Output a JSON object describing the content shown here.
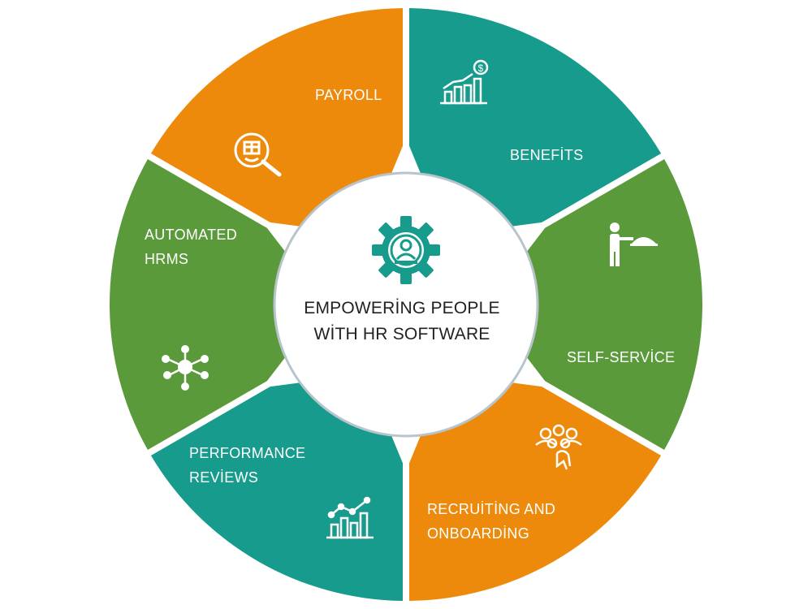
{
  "center": {
    "line1": "EMPOWERİNG PEOPLE",
    "line2": "WİTH HR SOFTWARE",
    "icon": "gear-person-icon"
  },
  "segments": [
    {
      "id": "payroll",
      "lines": [
        "PAYROLL"
      ],
      "icon": "payroll-search-icon",
      "color": "#169b8c"
    },
    {
      "id": "benefits",
      "lines": [
        "BENEFİTS"
      ],
      "icon": "growth-chart-dollar-icon",
      "color": "#5a9a3a"
    },
    {
      "id": "self-service",
      "lines": [
        "SELF-SERVİCE"
      ],
      "icon": "person-serving-icon",
      "color": "#ee8a0b"
    },
    {
      "id": "recruiting",
      "lines": [
        "RECRUİTİNG AND",
        "ONBOARDİNG"
      ],
      "icon": "group-pointer-icon",
      "color": "#169b8c"
    },
    {
      "id": "performance",
      "lines": [
        "PERFORMANCE",
        "REVİEWS"
      ],
      "icon": "trend-bar-chart-icon",
      "color": "#5a9a3a"
    },
    {
      "id": "hrms",
      "lines": [
        "AUTOMATED",
        "HRMS"
      ],
      "icon": "network-nodes-icon",
      "color": "#ee8a0b"
    }
  ],
  "colors": {
    "teal": "#169b8c",
    "green": "#5a9a3a",
    "orange": "#ee8a0b",
    "center_ring": "#b8c4cc",
    "center_fill": "#ffffff",
    "text_dark": "#222222"
  }
}
